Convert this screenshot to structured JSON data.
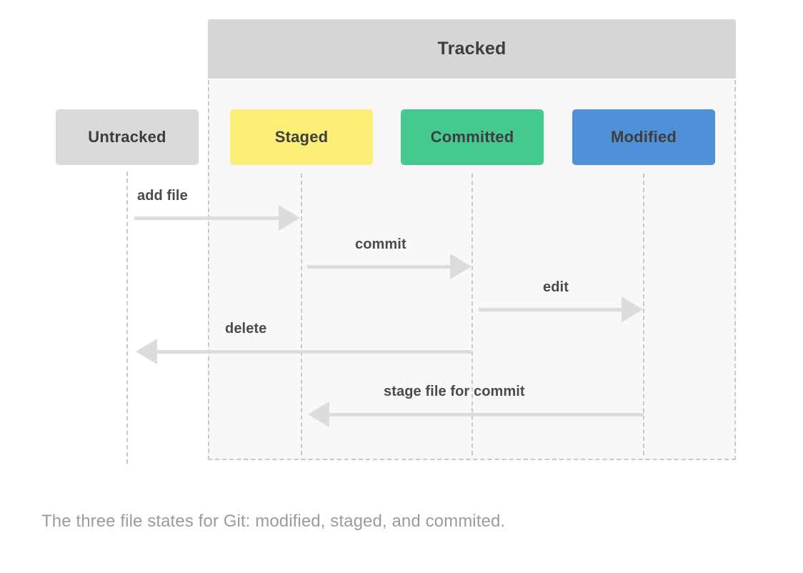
{
  "diagram": {
    "title": "Tracked",
    "states": [
      {
        "id": "untracked",
        "label": "Untracked",
        "color": "#d9d9d9",
        "tracked": false
      },
      {
        "id": "staged",
        "label": "Staged",
        "color": "#fbee76",
        "tracked": true
      },
      {
        "id": "committed",
        "label": "Committed",
        "color": "#45c98f",
        "tracked": true
      },
      {
        "id": "modified",
        "label": "Modified",
        "color": "#5090d8",
        "tracked": true
      }
    ],
    "transitions": [
      {
        "id": "add-file",
        "label": "add file",
        "from": "untracked",
        "to": "staged",
        "direction": "right"
      },
      {
        "id": "commit",
        "label": "commit",
        "from": "staged",
        "to": "committed",
        "direction": "right"
      },
      {
        "id": "edit",
        "label": "edit",
        "from": "committed",
        "to": "modified",
        "direction": "right"
      },
      {
        "id": "delete",
        "label": "delete",
        "from": "committed",
        "to": "untracked",
        "direction": "left"
      },
      {
        "id": "stage",
        "label": "stage file for commit",
        "from": "modified",
        "to": "staged",
        "direction": "left"
      }
    ],
    "caption": "The three file states for Git: modified, staged, and commited.",
    "colors": {
      "tracked_header_bg": "#d6d6d6",
      "tracked_body_bg": "#f8f8f8",
      "dashed_line": "#c9c9c9",
      "arrow": "#dcdcdc",
      "label_text": "#4a4a4a",
      "caption_text": "#9b9b9b",
      "page_bg": "#ffffff"
    }
  }
}
